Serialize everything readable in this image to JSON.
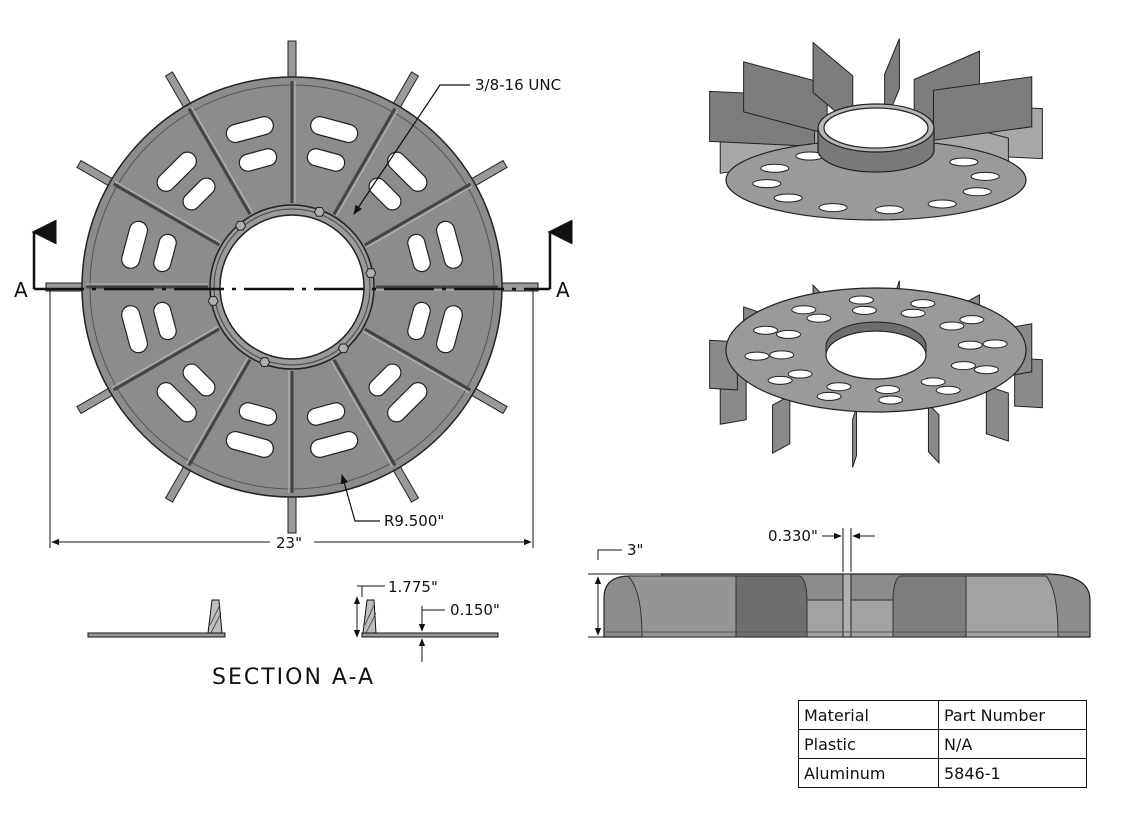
{
  "front_view": {
    "thread_callout": "3/8-16 UNC",
    "radius_callout": "R9.500\"",
    "width_dim": "23\"",
    "section_mark_left": "A",
    "section_mark_right": "A"
  },
  "section_view": {
    "title": "SECTION A-A",
    "height_dim": "1.775\"",
    "thickness_dim": "0.150\""
  },
  "side_view": {
    "height_dim": "3\"",
    "fin_thickness_dim": "0.330\""
  },
  "parts_table": {
    "headers": [
      "Material",
      "Part Number"
    ],
    "rows": [
      [
        "Plastic",
        "N/A"
      ],
      [
        "Aluminum",
        "5846-1"
      ]
    ]
  },
  "colors": {
    "body": "#8c8c8c",
    "line": "#111111",
    "face_light": "#a3a3a3",
    "face_dark": "#6e6e6e"
  }
}
